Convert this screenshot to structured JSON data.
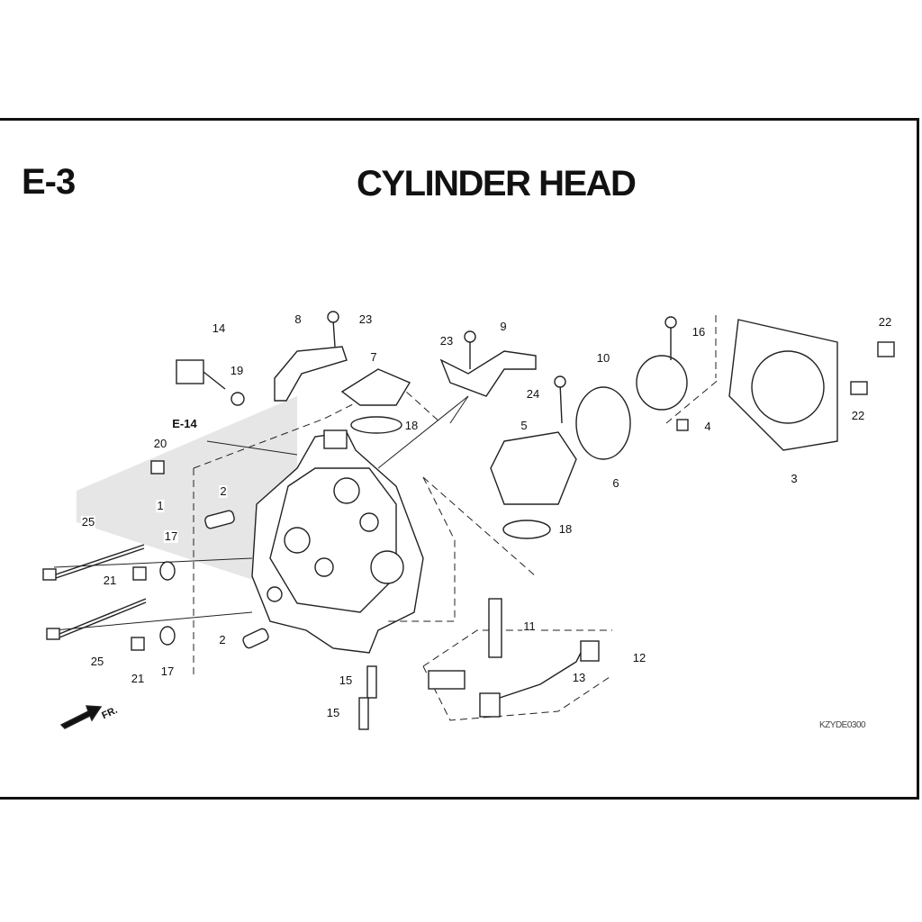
{
  "section": "E-3",
  "title": "CYLINDER HEAD",
  "reference": "E-14",
  "front_marker": "FR.",
  "diagram_code": "KZYDE0300",
  "callouts": [
    "14",
    "19",
    "8",
    "23",
    "7",
    "23",
    "9",
    "16",
    "22",
    "10",
    "24",
    "18",
    "5",
    "6",
    "4",
    "22",
    "3",
    "20",
    "2",
    "1",
    "25",
    "17",
    "21",
    "18",
    "11",
    "12",
    "13",
    "2",
    "25",
    "21",
    "17",
    "15",
    "15"
  ]
}
